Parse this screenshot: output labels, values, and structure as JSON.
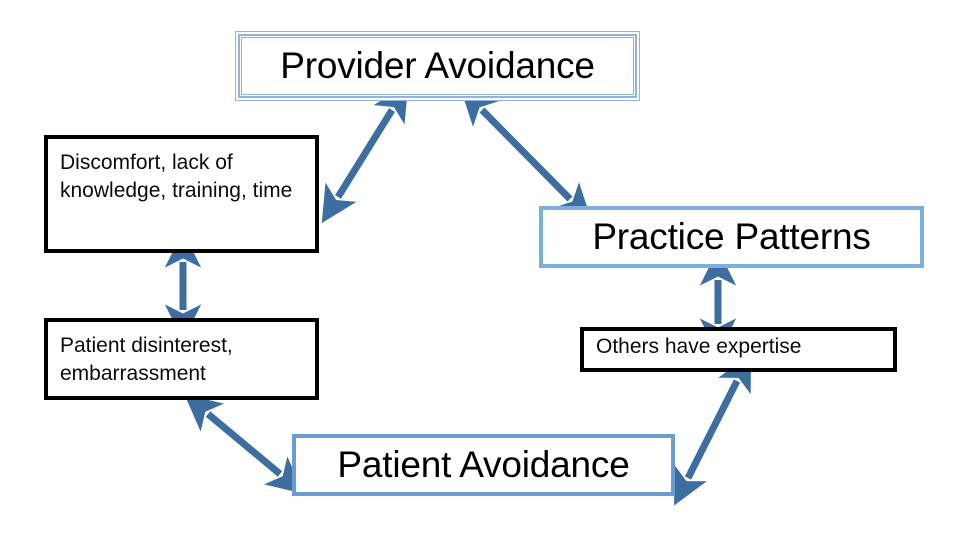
{
  "diagram": {
    "title_present": false,
    "background_color": "#FFFFFF",
    "colors": {
      "arrow": "#3C6E9F",
      "blue_frame_light": "#7BAFDE",
      "blue_frame_medium": "#6A9BD1",
      "blue_frame_thin": "#8FB4DE",
      "black_frame": "#000000",
      "text": "#000000"
    },
    "nodes": [
      {
        "id": "provider-avoidance",
        "label": "Provider Avoidance",
        "style": "primary",
        "border_color": "#8FB4DE",
        "border_style": "triple-line"
      },
      {
        "id": "discomfort",
        "label": "Discomfort, lack of knowledge, training, time",
        "style": "detail",
        "border_color": "#000000",
        "border_style": "solid"
      },
      {
        "id": "patient-disinterest",
        "label": "Patient disinterest, embarrassment",
        "style": "detail",
        "border_color": "#000000",
        "border_style": "solid"
      },
      {
        "id": "practice-patterns",
        "label": "Practice Patterns",
        "style": "primary",
        "border_color": "#7BAFDE",
        "border_style": "solid"
      },
      {
        "id": "others-expertise",
        "label": "Others have expertise",
        "style": "detail",
        "border_color": "#000000",
        "border_style": "solid"
      },
      {
        "id": "patient-avoidance",
        "label": "Patient Avoidance",
        "style": "primary",
        "border_color": "#6A9BD1",
        "border_style": "solid"
      }
    ],
    "connectors": [
      {
        "id": "provider-avoidance--discomfort",
        "from": "provider-avoidance",
        "to": "discomfort",
        "direction": "both",
        "orientation": "diagonal"
      },
      {
        "id": "provider-avoidance--practice-patterns",
        "from": "provider-avoidance",
        "to": "practice-patterns",
        "direction": "both",
        "orientation": "diagonal"
      },
      {
        "id": "discomfort--patient-disinterest",
        "from": "discomfort",
        "to": "patient-disinterest",
        "direction": "both",
        "orientation": "vertical"
      },
      {
        "id": "practice-patterns--others-expertise",
        "from": "practice-patterns",
        "to": "others-expertise",
        "direction": "both",
        "orientation": "vertical"
      },
      {
        "id": "patient-disinterest--patient-avoidance",
        "from": "patient-disinterest",
        "to": "patient-avoidance",
        "direction": "both",
        "orientation": "diagonal"
      },
      {
        "id": "others-expertise--patient-avoidance",
        "from": "others-expertise",
        "to": "patient-avoidance",
        "direction": "both",
        "orientation": "diagonal"
      }
    ]
  }
}
